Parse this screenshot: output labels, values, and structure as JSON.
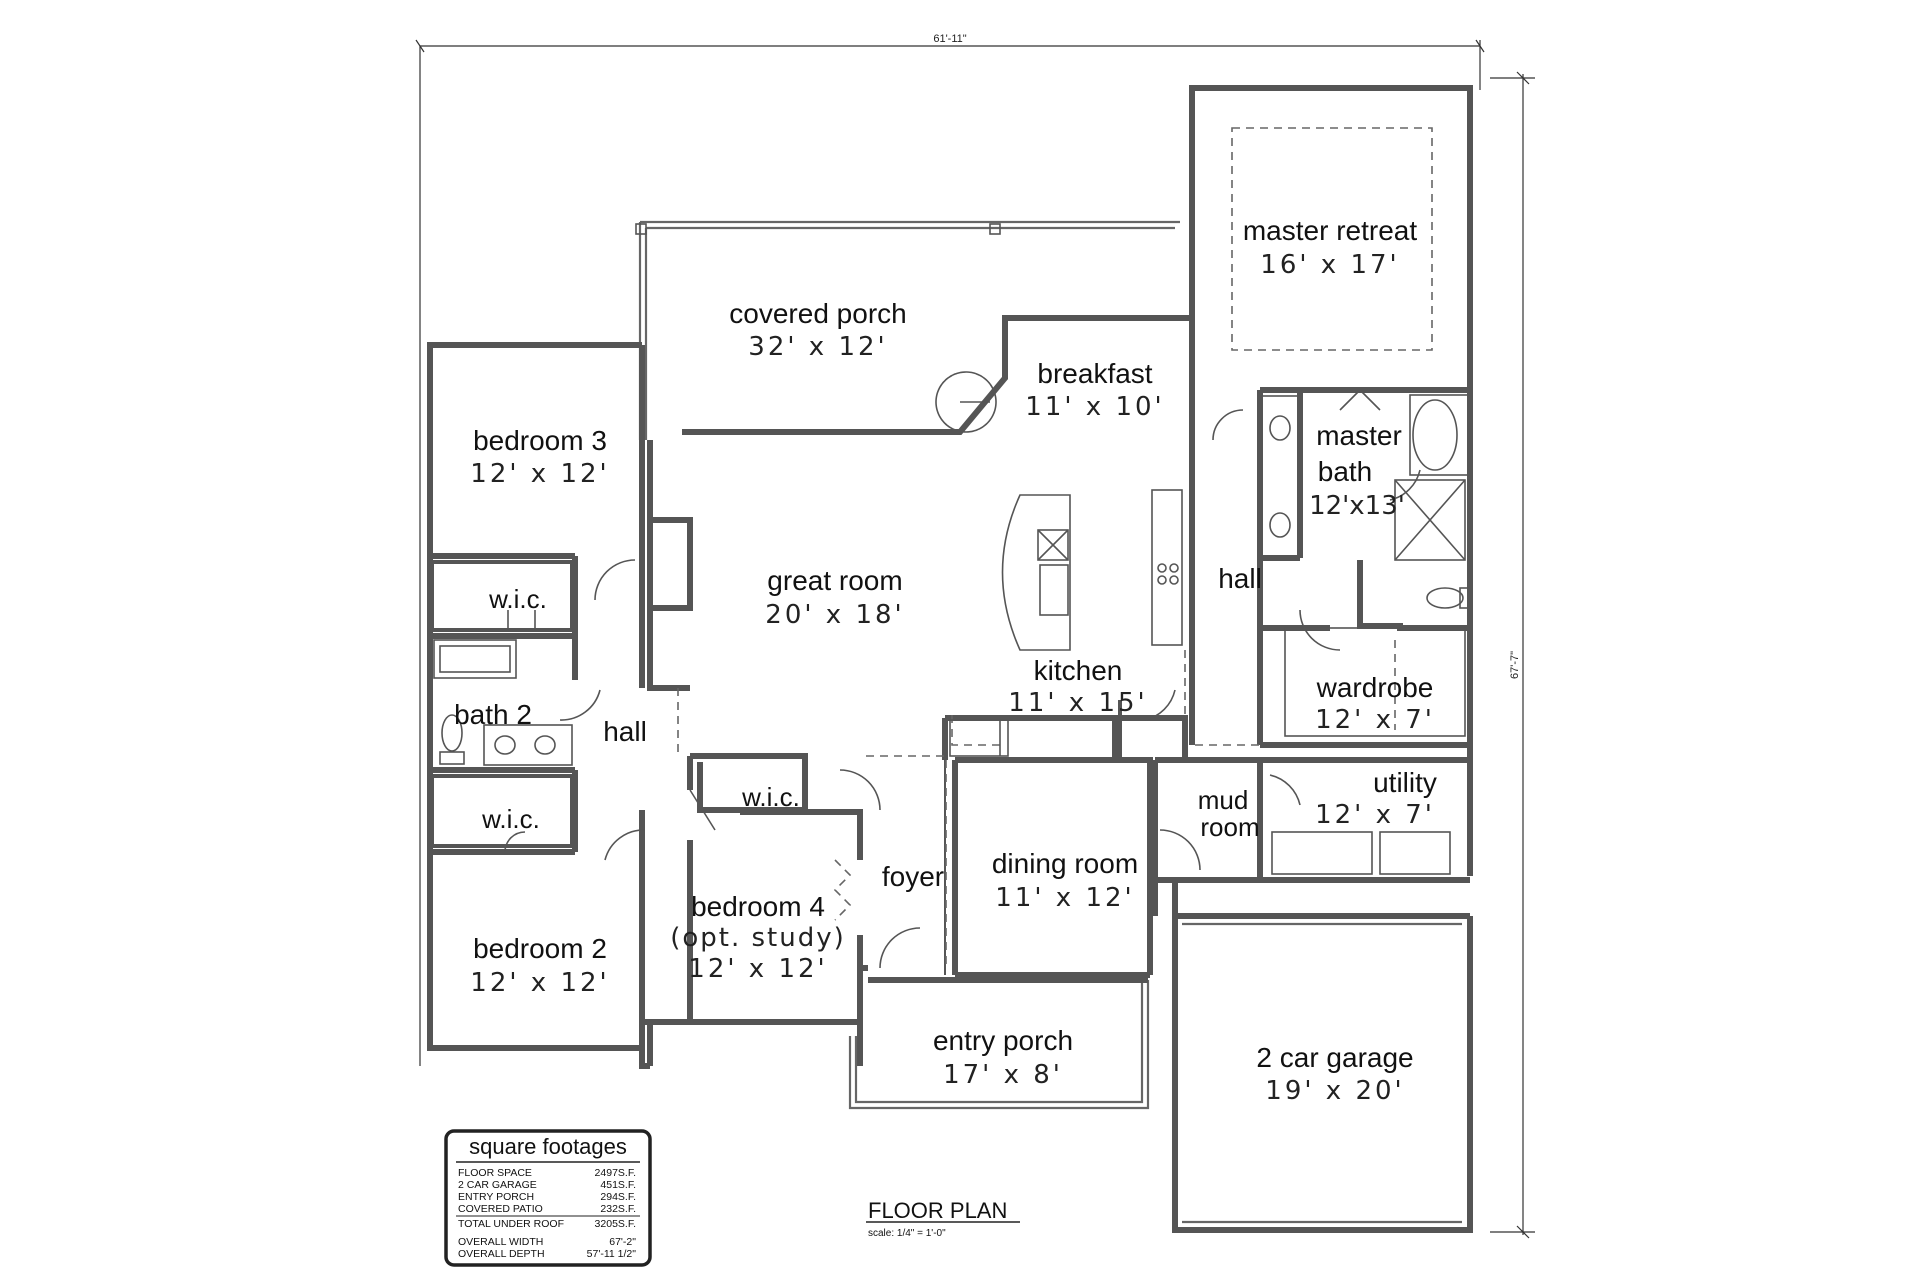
{
  "dimensions": {
    "width": "61'-11\"",
    "depth": "67'-7\""
  },
  "rooms": {
    "master_retreat": {
      "name": "master retreat",
      "size": "16' x 17'"
    },
    "covered_porch": {
      "name": "covered porch",
      "size": "32' x 12'"
    },
    "breakfast": {
      "name": "breakfast",
      "size": "11' x 10'"
    },
    "bedroom3": {
      "name": "bedroom 3",
      "size": "12' x 12'"
    },
    "master_bath": {
      "name_line1": "master",
      "name_line2": "bath",
      "size": "12'x13'"
    },
    "great_room": {
      "name": "great room",
      "size": "20' x 18'"
    },
    "hall_east": {
      "name": "hall"
    },
    "wic_bed3": {
      "name": "w.i.c."
    },
    "kitchen": {
      "name": "kitchen",
      "size": "11' x 15'"
    },
    "wardrobe": {
      "name": "wardrobe",
      "size": "12' x 7'"
    },
    "bath2": {
      "name": "bath 2"
    },
    "hall_west": {
      "name": "hall"
    },
    "wic_bed4": {
      "name": "w.i.c."
    },
    "wic_bed2": {
      "name": "w.i.c."
    },
    "mud_room": {
      "name_line1": "mud",
      "name_line2": "room"
    },
    "utility": {
      "name": "utility",
      "size": "12' x 7'"
    },
    "dining_room": {
      "name": "dining room",
      "size": "11' x 12'"
    },
    "foyer": {
      "name": "foyer"
    },
    "bedroom4": {
      "name": "bedroom 4",
      "note": "(opt. study)",
      "size": "12' x 12'"
    },
    "bedroom2": {
      "name": "bedroom 2",
      "size": "12' x 12'"
    },
    "entry_porch": {
      "name": "entry porch",
      "size": "17' x 8'"
    },
    "garage": {
      "name": "2 car garage",
      "size": "19' x 20'"
    }
  },
  "square_footages": {
    "title": "square footages",
    "rows": [
      {
        "label": "FLOOR SPACE",
        "value": "2497S.F."
      },
      {
        "label": "2 CAR GARAGE",
        "value": "451S.F."
      },
      {
        "label": "ENTRY PORCH",
        "value": "294S.F."
      },
      {
        "label": "COVERED PATIO",
        "value": "232S.F."
      }
    ],
    "total": {
      "label": "TOTAL UNDER ROOF",
      "value": "3205S.F."
    },
    "overall": [
      {
        "label": "OVERALL WIDTH",
        "value": "67'-2\""
      },
      {
        "label": "OVERALL DEPTH",
        "value": "57'-11 1/2\""
      }
    ]
  },
  "plan_title": {
    "title": "FLOOR PLAN",
    "scale": "scale: 1/4\" = 1'-0\""
  }
}
